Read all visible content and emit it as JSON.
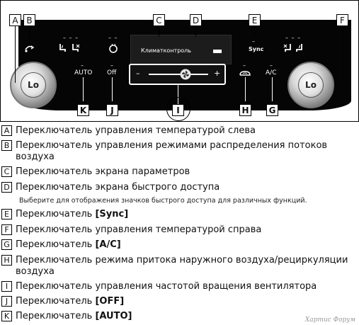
{
  "panel": {
    "screen_label": "Климатконтроль",
    "left_knob_label": "Lo",
    "right_knob_label": "Lo",
    "auto_label": "AUTO",
    "off_label": "Off",
    "sync_label": "Sync",
    "ac_label": "A/C",
    "fan_minus": "–",
    "fan_plus": "+",
    "dash_b": "– – –",
    "dash_seat": "– –",
    "dash_auto": "–",
    "dash_off": "–",
    "dash_sync": "–",
    "dash_right_seats": "– – –",
    "dash_recirc": "–",
    "dash_ac": "–"
  },
  "callouts": {
    "A": "A",
    "B": "B",
    "C": "C",
    "D": "D",
    "E": "E",
    "F": "F",
    "G": "G",
    "H": "H",
    "I": "I",
    "J": "J",
    "K": "K"
  },
  "legend": {
    "A": {
      "key": "A",
      "text": "Переключатель управления температурой слева"
    },
    "B": {
      "key": "B",
      "text": "Переключатель управления режимами распределения потоков воздуха"
    },
    "C": {
      "key": "C",
      "text": "Переключатель экрана параметров"
    },
    "D": {
      "key": "D",
      "text": "Переключатель экрана быстрого доступа"
    },
    "D_note": "Выберите для отображения значков быстрого доступа для различных функций.",
    "E": {
      "key": "E",
      "prefix": "Переключатель ",
      "btn": "[Sync]"
    },
    "F": {
      "key": "F",
      "text": "Переключатель управления температурой справа"
    },
    "G": {
      "key": "G",
      "prefix": "Переключатель ",
      "btn": "[A/C]"
    },
    "H": {
      "key": "H",
      "text": "Переключатель режима притока наружного воздуха/рециркуляции воздуха"
    },
    "I": {
      "key": "I",
      "text": "Переключатель управления частотой вращения вентилятора"
    },
    "J": {
      "key": "J",
      "prefix": "Переключатель ",
      "btn": "[OFF]"
    },
    "K": {
      "key": "K",
      "prefix": "Переключатель ",
      "btn": "[AUTO]"
    }
  },
  "watermark": "Хартис Форум",
  "colors": {
    "panel": "#050505",
    "text": "#111111",
    "border": "#000000"
  }
}
